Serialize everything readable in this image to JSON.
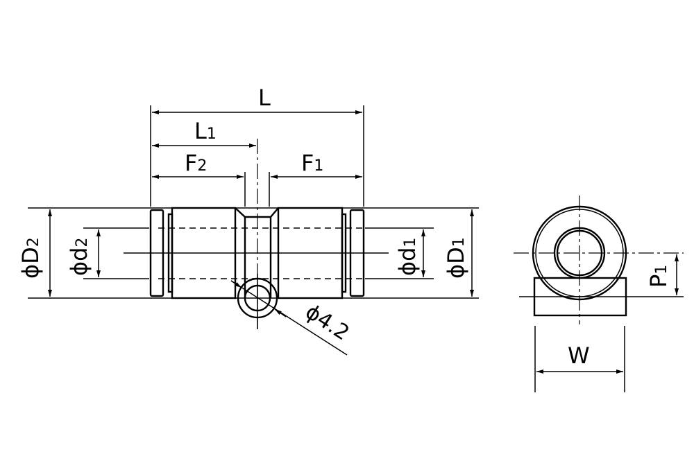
{
  "labels": {
    "L": "L",
    "L1": "L",
    "L1_sub": "1",
    "F2": "F",
    "F2_sub": "2",
    "F1": "F",
    "F1_sub": "1",
    "D2": "ϕD",
    "D2_sub": "2",
    "d2": "ϕd",
    "d2_sub": "2",
    "d1": "ϕd",
    "d1_sub": "1",
    "D1": "ϕD",
    "D1_sub": "1",
    "port": "ϕ4.2",
    "P1": "P",
    "P1_sub": "1",
    "W": "W"
  }
}
